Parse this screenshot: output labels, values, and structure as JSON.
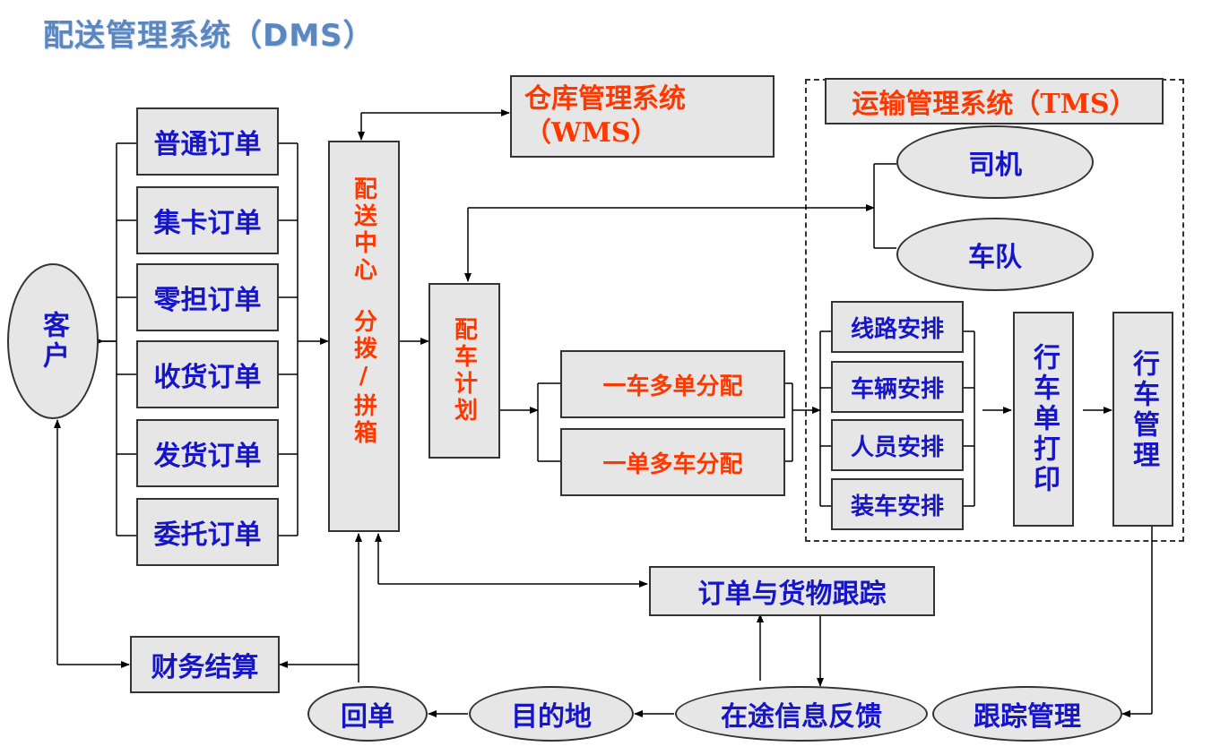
{
  "title": "配送管理系统（DMS）",
  "customer": "客户",
  "orders": [
    "普通订单",
    "集卡订单",
    "零担订单",
    "收货订单",
    "发货订单",
    "委托订单"
  ],
  "dc": "配送中心",
  "dc_sub": "分拨/拼箱",
  "wms": {
    "line1": "仓库管理系统",
    "line2": "（WMS）"
  },
  "plan": "配车计划",
  "assign": [
    "一车多单分配",
    "一单多车分配"
  ],
  "tms": {
    "title": "运输管理系统（TMS）",
    "driver": "司机",
    "fleet": "车队",
    "arrange": [
      "线路安排",
      "车辆安排",
      "人员安排",
      "装车安排"
    ],
    "print": "行车单打印",
    "manage": "行车管理"
  },
  "tracking": "订单与货物跟踪",
  "finance": "财务结算",
  "bottom": [
    "回单",
    "目的地",
    "在途信息反馈",
    "跟踪管理"
  ]
}
